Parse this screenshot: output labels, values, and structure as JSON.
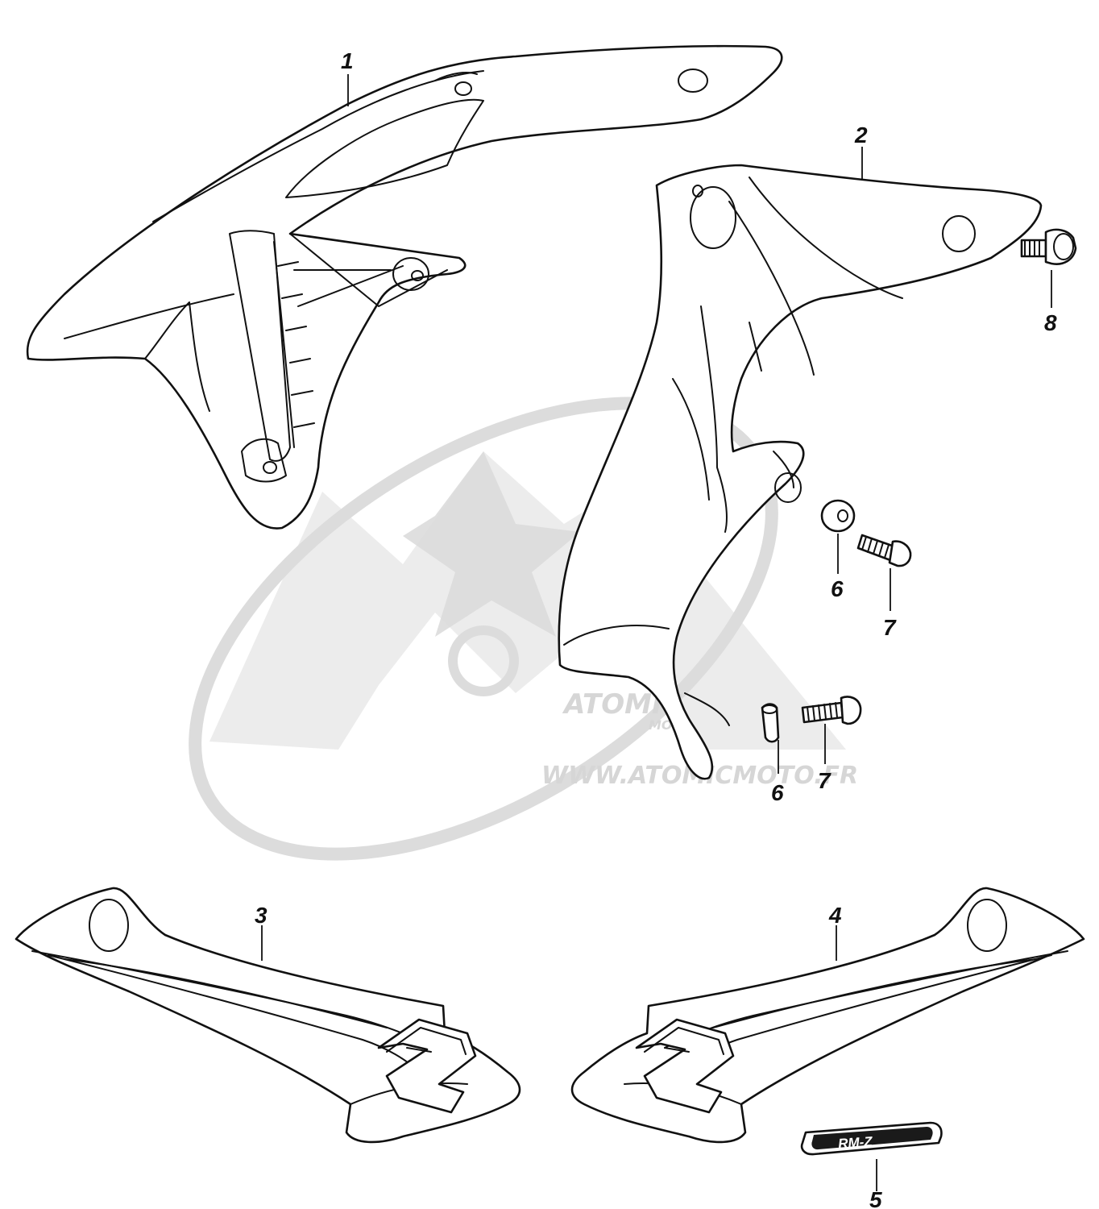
{
  "diagram": {
    "watermark": {
      "brand_text": "ATOMIC",
      "brand_subtext": "MOTO",
      "url_text": "WWW.ATOMICMOTO.FR"
    },
    "badge_text": "RM-Z",
    "part_numbers": {
      "p1": "1",
      "p2": "2",
      "p3": "3",
      "p4": "4",
      "p5": "5",
      "p6a": "6",
      "p6b": "6",
      "p7a": "7",
      "p7b": "7",
      "p8": "8"
    }
  }
}
